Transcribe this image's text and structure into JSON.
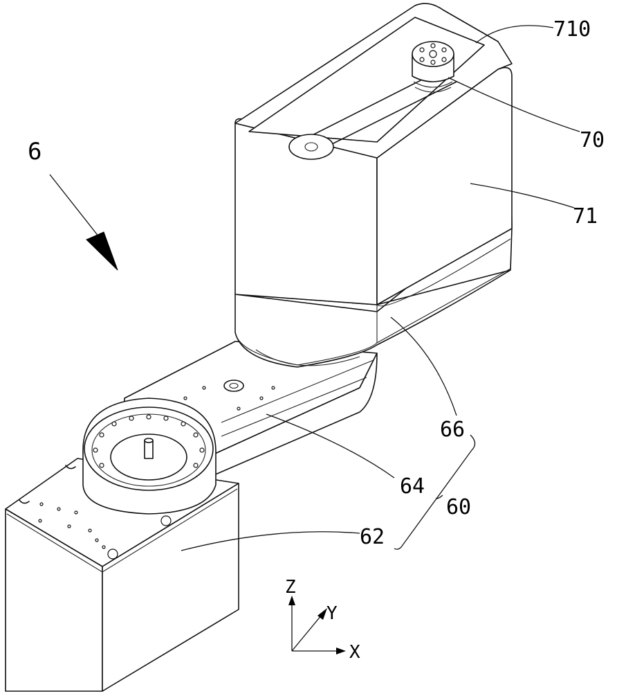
{
  "figure": {
    "labels": {
      "assembly": "6",
      "ref_710": "710",
      "ref_70": "70",
      "ref_71": "71",
      "ref_66": "66",
      "ref_64": "64",
      "ref_60": "60",
      "ref_62": "62"
    },
    "axes": {
      "z": "Z",
      "y": "Y",
      "x": "X"
    },
    "colors": {
      "stroke": "#111111",
      "fill": "#ffffff",
      "text": "#000000"
    }
  }
}
